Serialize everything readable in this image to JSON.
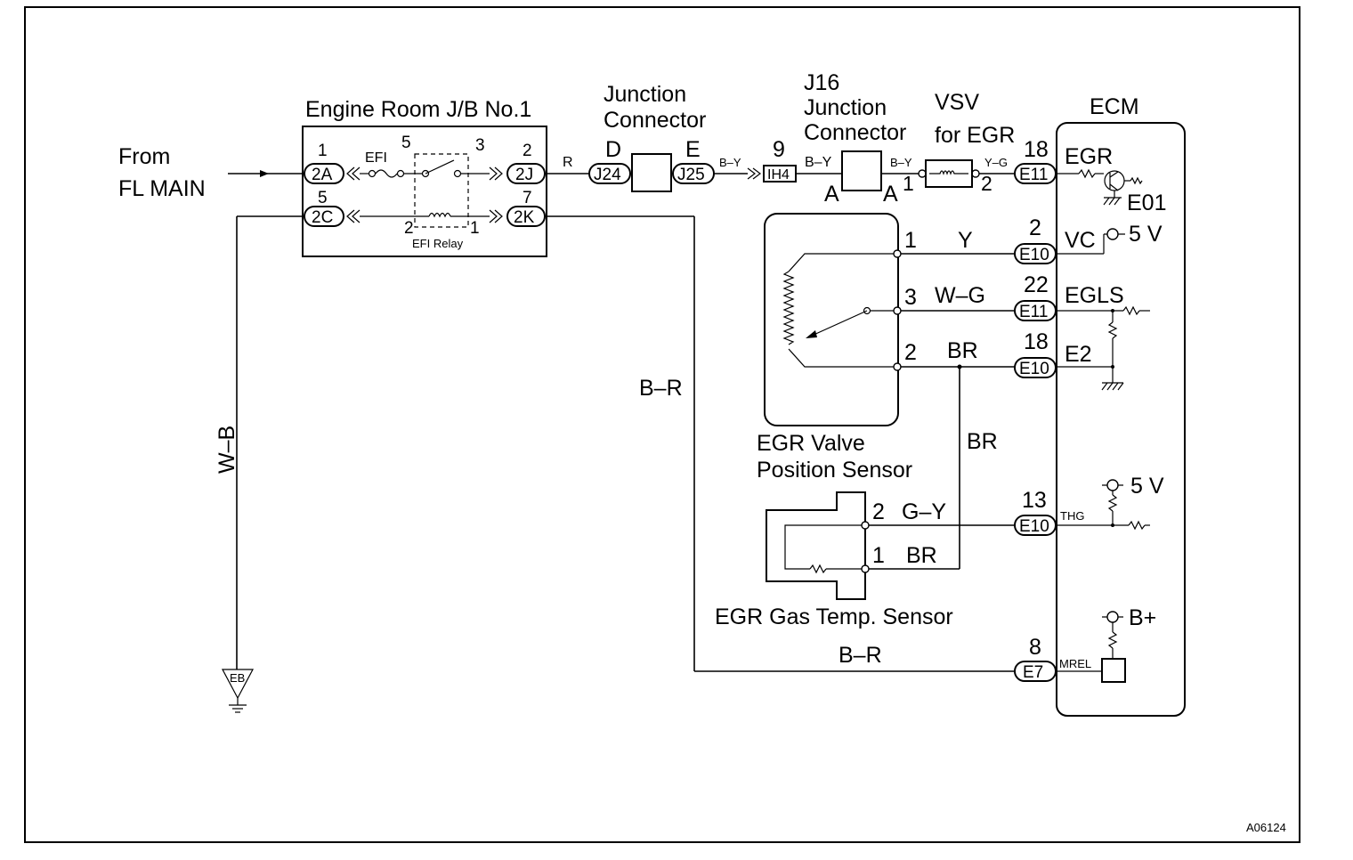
{
  "diagram_id": "A06124",
  "source": {
    "line1": "From",
    "line2": "FL MAIN"
  },
  "junction_block": {
    "title": "Engine Room J/B No.1",
    "fuse": "EFI",
    "relay": "EFI Relay",
    "relay_pins": [
      "5",
      "3",
      "2",
      "1"
    ],
    "terminals": {
      "t2A": {
        "pin": "1",
        "label": "2A"
      },
      "t2C": {
        "pin": "5",
        "label": "2C"
      },
      "t2J": {
        "pin": "2",
        "label": "2J"
      },
      "t2K": {
        "pin": "7",
        "label": "2K"
      }
    }
  },
  "junction_connector": {
    "title1": "Junction",
    "title2": "Connector",
    "left_pin": "D",
    "right_pin": "E",
    "left_conn": "J24",
    "right_conn": "J25"
  },
  "j16": {
    "title1": "J16",
    "title2": "Junction",
    "title3": "Connector",
    "left_pin": "A",
    "right_pin": "A"
  },
  "ih4": {
    "pin": "9",
    "label": "IH4"
  },
  "vsv": {
    "title1": "VSV",
    "title2": "for EGR",
    "pin_left": "1",
    "pin_right": "2"
  },
  "ecm": {
    "title": "ECM",
    "egr": "EGR",
    "e01": "E01",
    "vc": "VC",
    "five_v_1": "5 V",
    "egls": "EGLS",
    "e2": "E2",
    "thg": "THG",
    "five_v_2": "5 V",
    "mrel": "MREL",
    "bplus": "B+"
  },
  "ecm_terminals": [
    {
      "pin": "18",
      "conn": "E11"
    },
    {
      "pin": "2",
      "conn": "E10"
    },
    {
      "pin": "22",
      "conn": "E11"
    },
    {
      "pin": "18",
      "conn": "E10"
    },
    {
      "pin": "13",
      "conn": "E10"
    },
    {
      "pin": "8",
      "conn": "E7"
    }
  ],
  "egr_valve_sensor": {
    "title1": "EGR Valve",
    "title2": "Position Sensor",
    "pins": [
      "1",
      "3",
      "2"
    ]
  },
  "gas_temp_sensor": {
    "title": "EGR Gas Temp. Sensor",
    "pins": [
      "2",
      "1"
    ]
  },
  "wires": {
    "r": "R",
    "b_y_1": "B–Y",
    "b_y_2": "B–Y",
    "b_y_3": "B–Y",
    "y_g": "Y–G",
    "y": "Y",
    "w_g": "W–G",
    "br_1": "BR",
    "br_2": "BR",
    "g_y": "G–Y",
    "br_3": "BR",
    "b_r_1": "B–R",
    "b_r_2": "B–R",
    "w_b": "W–B"
  },
  "ground": "EB"
}
